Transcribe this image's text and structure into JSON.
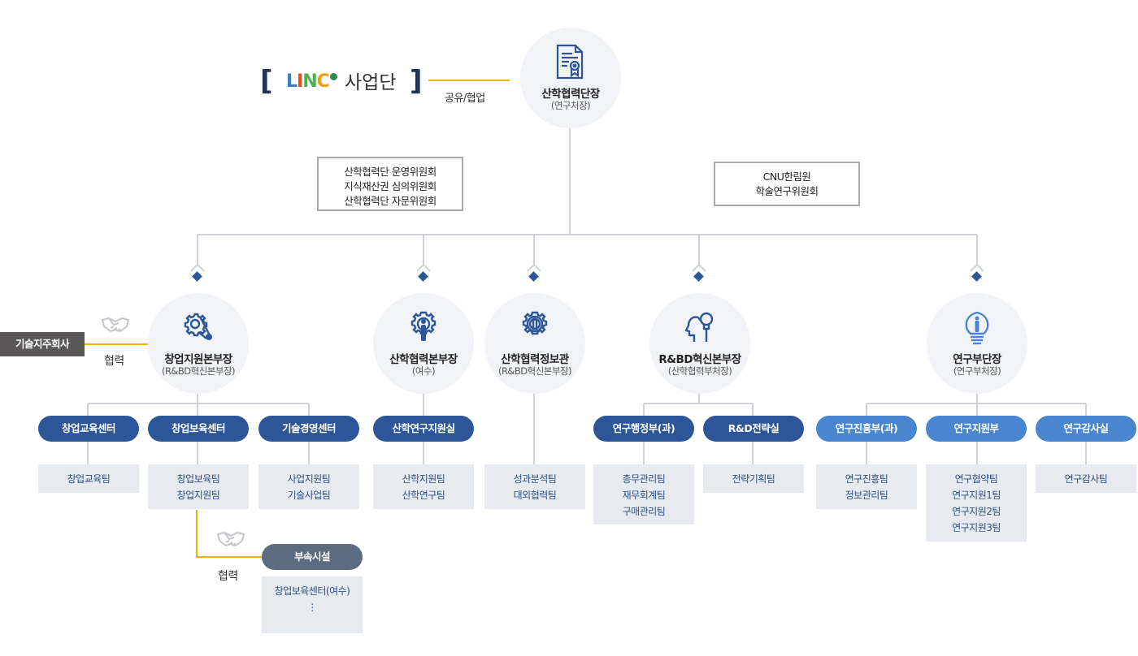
{
  "colors": {
    "primary_dark": "#2c5697",
    "primary_light": "#4a86cf",
    "facility": "#5b6b80",
    "team_bg": "#e7ebf0",
    "team_text": "#2b4f86",
    "cooperation_line": "#f0b400",
    "connector": "#cfd3d8",
    "circle_bg": "#f1f3f6"
  },
  "linc": {
    "bracket_open": "[",
    "logo_text": "LINC",
    "name": "사업단",
    "bracket_close": "]",
    "relation": "공유/협업"
  },
  "head": {
    "icon": "certificate-icon",
    "title": "산학협력단장",
    "subtitle": "(연구처장)"
  },
  "committees": {
    "left": [
      "산학협력단 운영위원회",
      "지식재산권 심의위원회",
      "산학협력단 자문위원회"
    ],
    "right": [
      "CNU한림원",
      "학술연구위원회"
    ]
  },
  "holding_company": {
    "label": "기술지주회사",
    "relation": "협력",
    "icon": "handshake-icon"
  },
  "divisions": [
    {
      "icon": "gear-chain-icon",
      "title": "창업지원본부장",
      "subtitle": "(R&BD혁신본부장)",
      "units": [
        {
          "name": "창업교육센터",
          "teams": [
            "창업교육팀"
          ]
        },
        {
          "name": "창업보육센터",
          "teams": [
            "창업보육팀",
            "창업지원팀"
          ]
        },
        {
          "name": "기술경영센터",
          "teams": [
            "사업지원팀",
            "기술사업팀"
          ]
        }
      ]
    },
    {
      "icon": "gear-person-icon",
      "title": "산학협력본부장",
      "subtitle": "(여수)",
      "units": [
        {
          "name": "산학연구지원실",
          "teams": [
            "산학지원팀",
            "산학연구팀"
          ]
        }
      ]
    },
    {
      "icon": "gear-target-icon",
      "title": "산학협력정보관",
      "subtitle": "(R&BD혁신본부장)",
      "units": [
        {
          "name": "",
          "teams": [
            "성과분석팀",
            "대외협력팀"
          ]
        }
      ]
    },
    {
      "icon": "head-bulb-icon",
      "title": "R&BD혁신본부장",
      "subtitle": "(산학협력부처장)",
      "units": [
        {
          "name": "연구행정부(과)",
          "teams": [
            "총무관리팀",
            "재무회계팀",
            "구매관리팀"
          ]
        },
        {
          "name": "R&D전략실",
          "teams": [
            "전략기획팀"
          ]
        }
      ]
    },
    {
      "icon": "lightbulb-person-icon",
      "title": "연구부단장",
      "subtitle": "(연구부처장)",
      "units": [
        {
          "name": "연구진흥부(과)",
          "teams": [
            "연구진흥팀",
            "정보관리팀"
          ]
        },
        {
          "name": "연구지원부",
          "teams": [
            "연구협약팀",
            "연구지원1팀",
            "연구지원2팀",
            "연구지원3팀"
          ]
        },
        {
          "name": "연구감사실",
          "teams": [
            "연구감사팀"
          ]
        }
      ]
    }
  ],
  "facility": {
    "relation": "협력",
    "label": "부속시설",
    "items": [
      "창업보육센터(여수)",
      "⋮"
    ]
  }
}
